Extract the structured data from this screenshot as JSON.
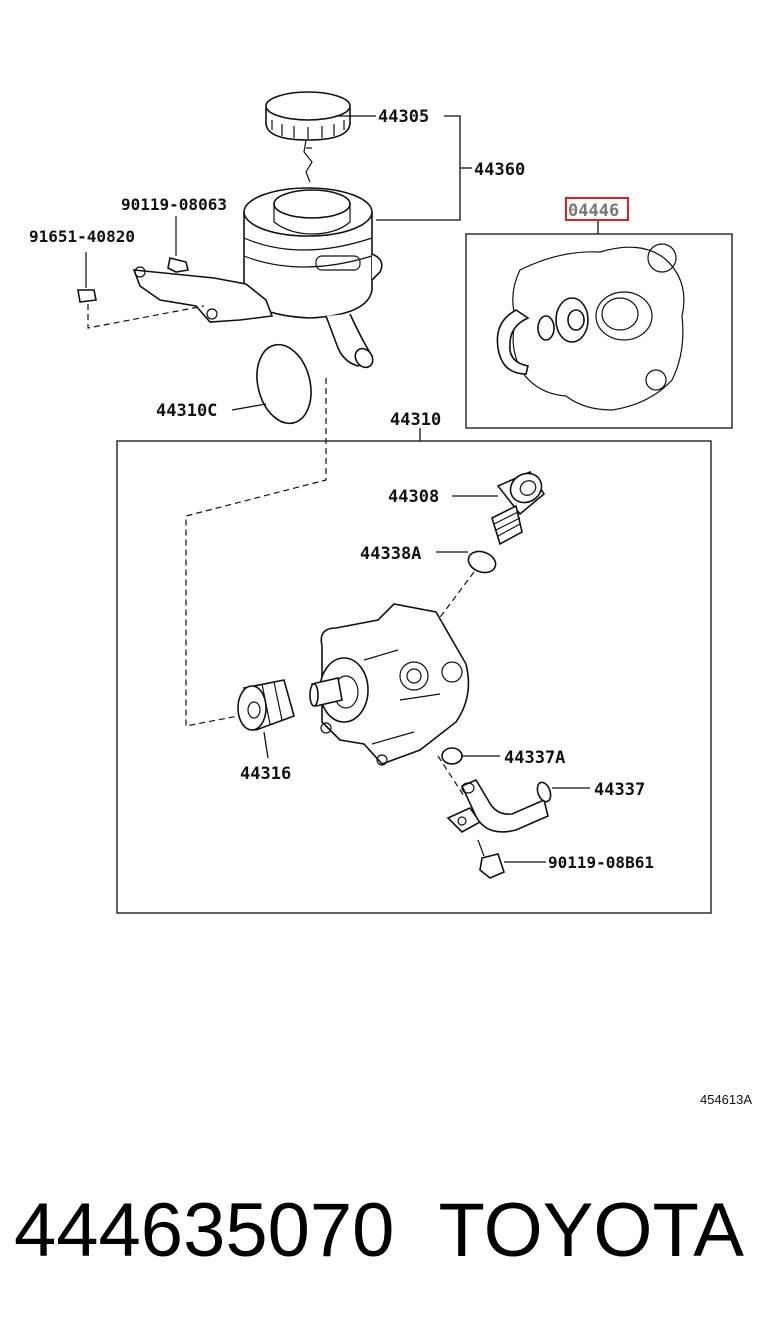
{
  "diagram": {
    "parts": {
      "p44305": "44305",
      "p44360": "44360",
      "p90119_08063": "90119-08063",
      "p91651_40820": "91651-40820",
      "p04446": "04446",
      "p44310C": "44310C",
      "p44310": "44310",
      "p44308": "44308",
      "p44338A": "44338A",
      "p44316": "44316",
      "p44337A": "44337A",
      "p44337": "44337",
      "p90119_08B61": "90119-08B61"
    },
    "image_code": "454613A",
    "highlight_color": "#e02020"
  },
  "footer": {
    "part_number": "444635070",
    "brand": "TOYOTA"
  }
}
